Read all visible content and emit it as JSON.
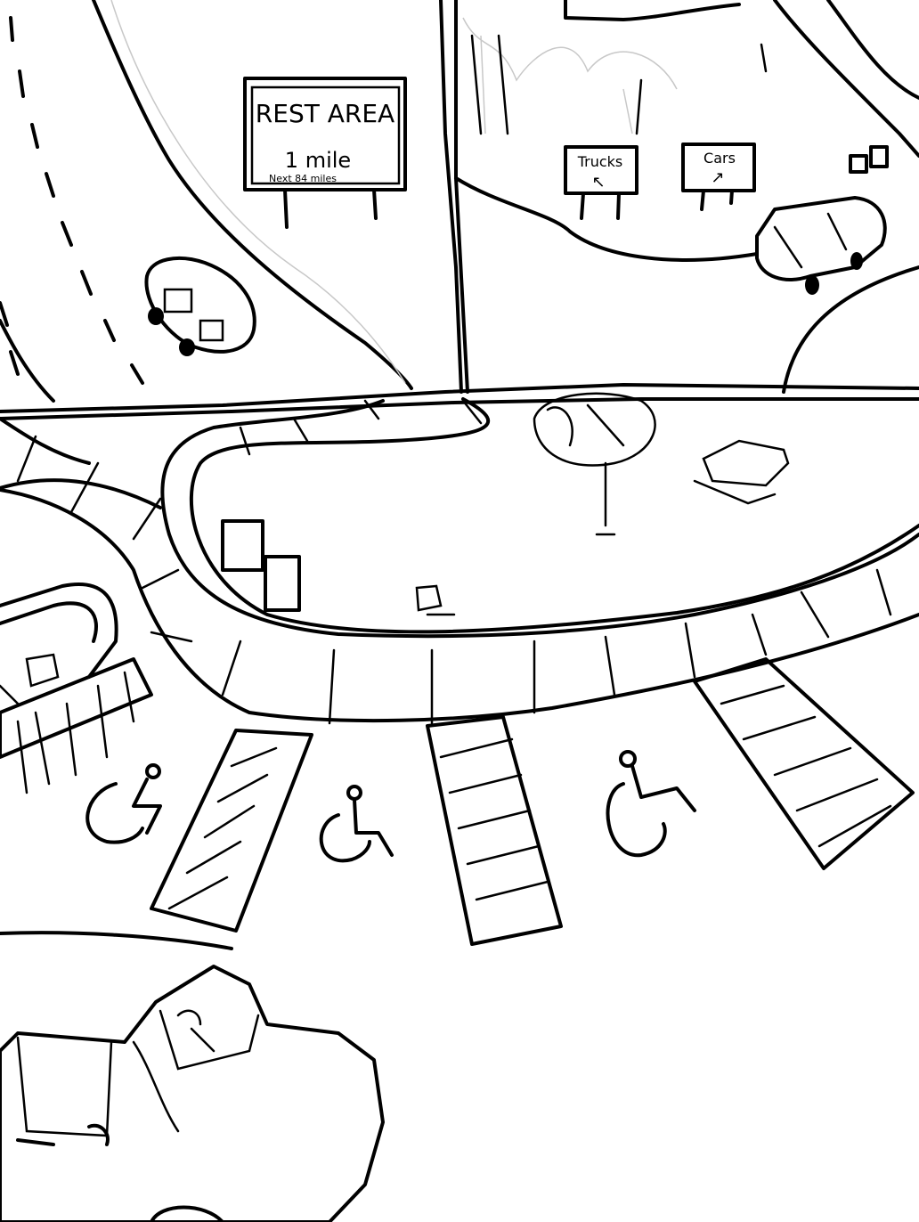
{
  "scene": {
    "line_color": "#000000",
    "background": "#ffffff",
    "rest_area_sign": {
      "title": "REST AREA",
      "distance": "1 mile",
      "note": "Next 84 miles"
    },
    "trucks_sign": {
      "label": "Trucks",
      "arrow": "↖"
    },
    "cars_sign": {
      "label": "Cars",
      "arrow": "↗"
    }
  }
}
